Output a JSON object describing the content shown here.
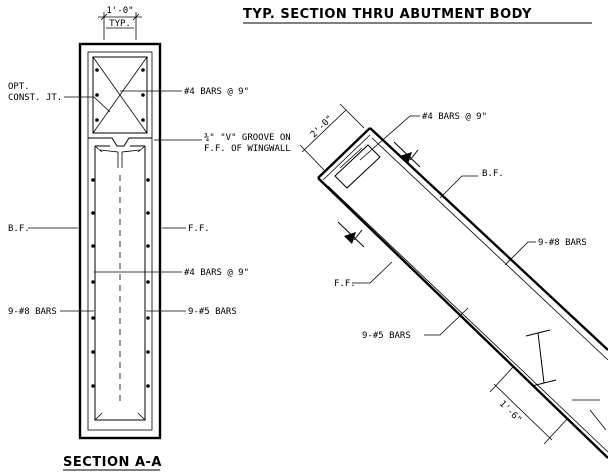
{
  "section_a": {
    "dim_width": "1'-0\"",
    "dim_typ": "TYP.",
    "opt_const_line1": "OPT.",
    "opt_const_line2": "CONST. JT.",
    "bars_top": "#4 BARS @ 9\"",
    "groove_line1": "¾\" \"V\" GROOVE ON",
    "groove_line2": "F.F. OF WINGWALL",
    "bf": "B.F.",
    "ff": "F.F.",
    "bars_mid": "#4 BARS @ 9\"",
    "bars_left": "9-#8 BARS",
    "bars_right": "9-#5 BARS",
    "title": "SECTION A-A"
  },
  "section_thru": {
    "title": "TYP. SECTION THRU ABUTMENT BODY",
    "dim_thickness": "2'-0\"",
    "bars_top": "#4 BARS @ 9\"",
    "bf": "B.F.",
    "bars_8": "9-#8 BARS",
    "ff": "F.F.",
    "bars_5": "9-#5 BARS",
    "dim_bottom": "1'-6\""
  },
  "colors": {
    "line": "#000000",
    "background": "#ffffff"
  }
}
